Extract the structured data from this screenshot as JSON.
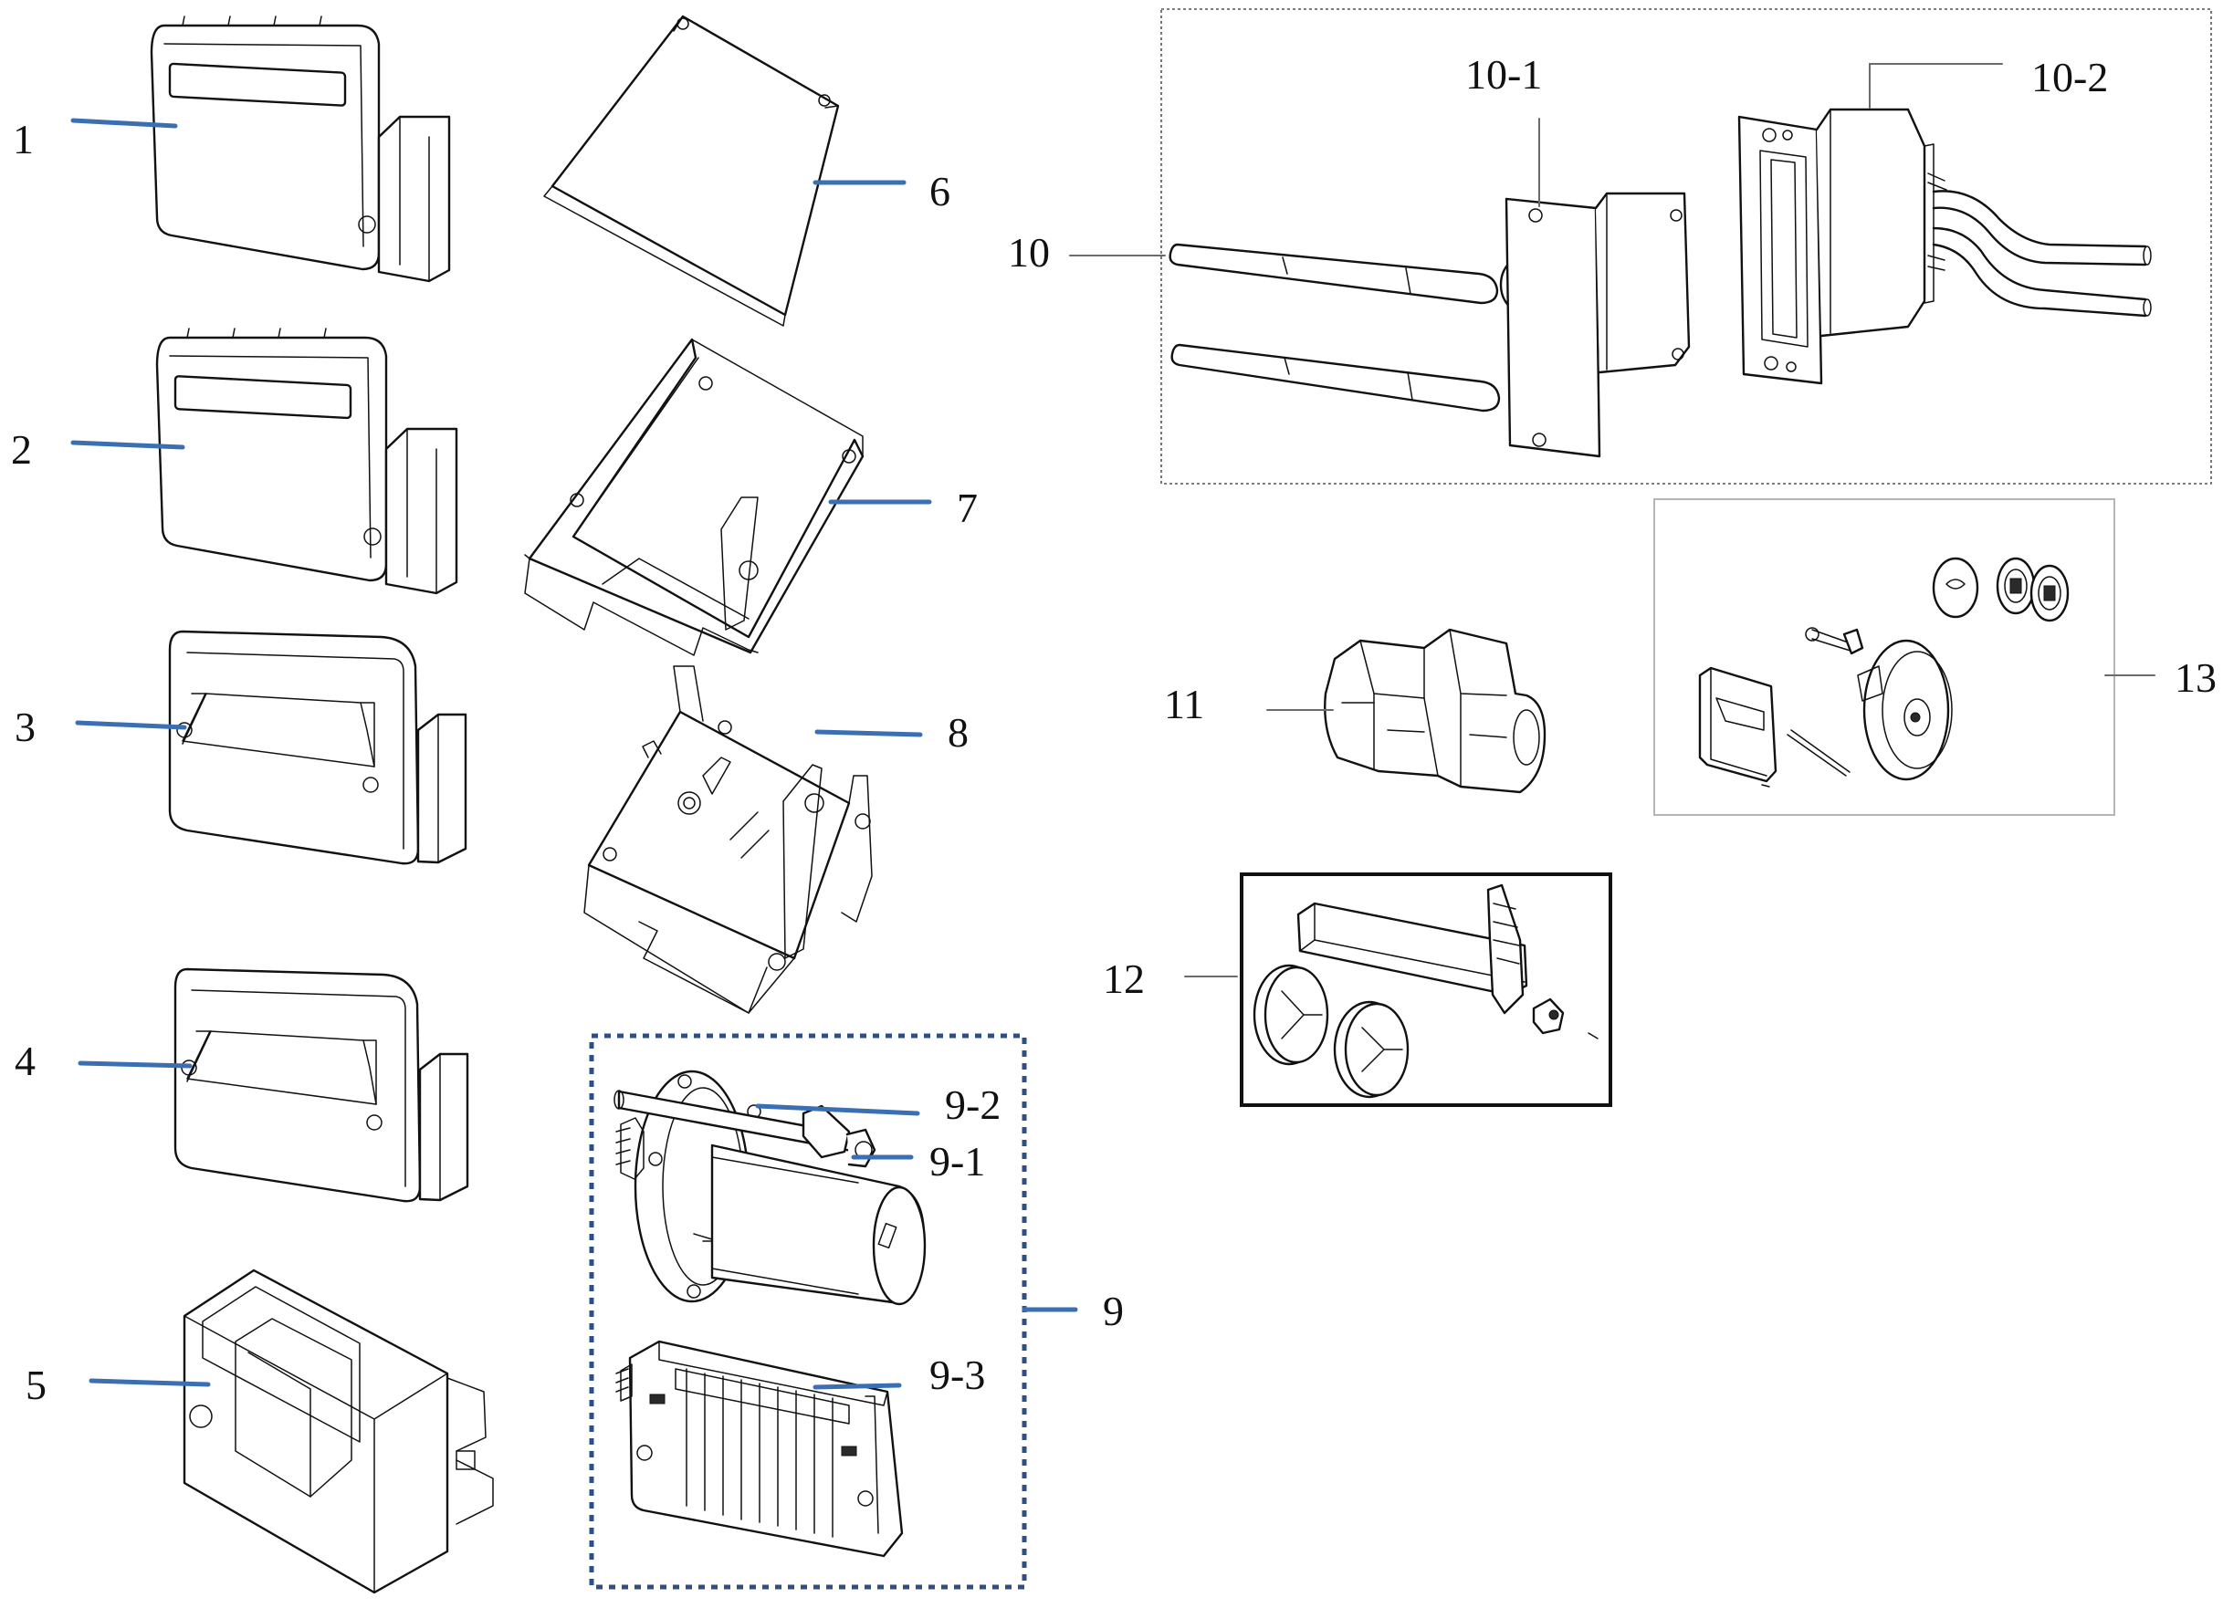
{
  "colors": {
    "ink": "#111111",
    "leader_blue": "#3a6fb3",
    "leader_gray": "#6b6b6b",
    "dotted_border_blue": "#2e4f86",
    "thin_border_gray": "#555555",
    "light_border_gray": "#b5b5b5"
  },
  "parts": [
    {
      "id": "1",
      "label": "1"
    },
    {
      "id": "2",
      "label": "2"
    },
    {
      "id": "3",
      "label": "3"
    },
    {
      "id": "4",
      "label": "4"
    },
    {
      "id": "5",
      "label": "5"
    },
    {
      "id": "6",
      "label": "6"
    },
    {
      "id": "7",
      "label": "7"
    },
    {
      "id": "8",
      "label": "8"
    },
    {
      "id": "9",
      "label": "9"
    },
    {
      "id": "9-1",
      "label": "9-1"
    },
    {
      "id": "9-2",
      "label": "9-2"
    },
    {
      "id": "9-3",
      "label": "9-3"
    },
    {
      "id": "10",
      "label": "10"
    },
    {
      "id": "10-1",
      "label": "10-1"
    },
    {
      "id": "10-2",
      "label": "10-2"
    },
    {
      "id": "11",
      "label": "11"
    },
    {
      "id": "12",
      "label": "12"
    },
    {
      "id": "13",
      "label": "13"
    }
  ]
}
